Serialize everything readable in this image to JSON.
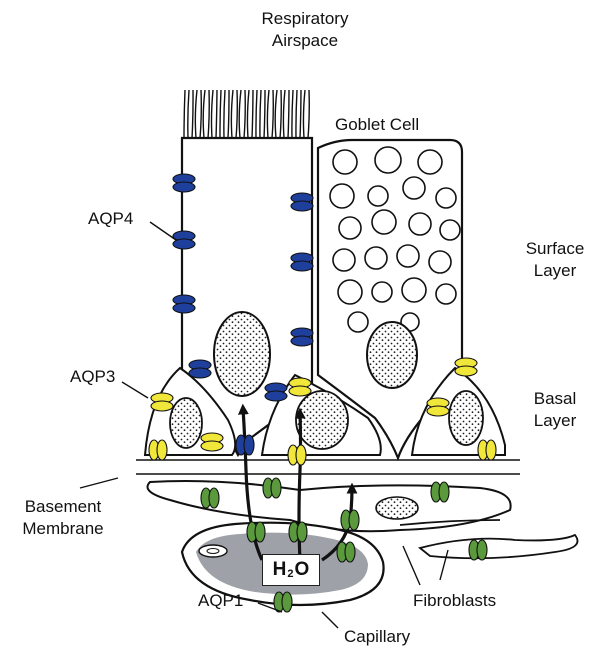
{
  "labels": {
    "airspace_line1": "Respiratory",
    "airspace_line2": "Airspace",
    "goblet_cell": "Goblet Cell",
    "surface_line1": "Surface",
    "surface_line2": "Layer",
    "basal_line1": "Basal",
    "basal_line2": "Layer",
    "aqp4": "AQP4",
    "aqp3": "AQP3",
    "aqp1": "AQP1",
    "basement_line1": "Basement",
    "basement_line2": "Membrane",
    "fibroblasts": "Fibroblasts",
    "capillary": "Capillary",
    "water_h": "H",
    "water_sub": "2",
    "water_o": "O"
  },
  "colors": {
    "aqp4": "#1f3f9c",
    "aqp3": "#f1e63a",
    "aqp1": "#5a9a3c",
    "capillary_lumen": "#9ea2a8",
    "outline": "#111111"
  }
}
